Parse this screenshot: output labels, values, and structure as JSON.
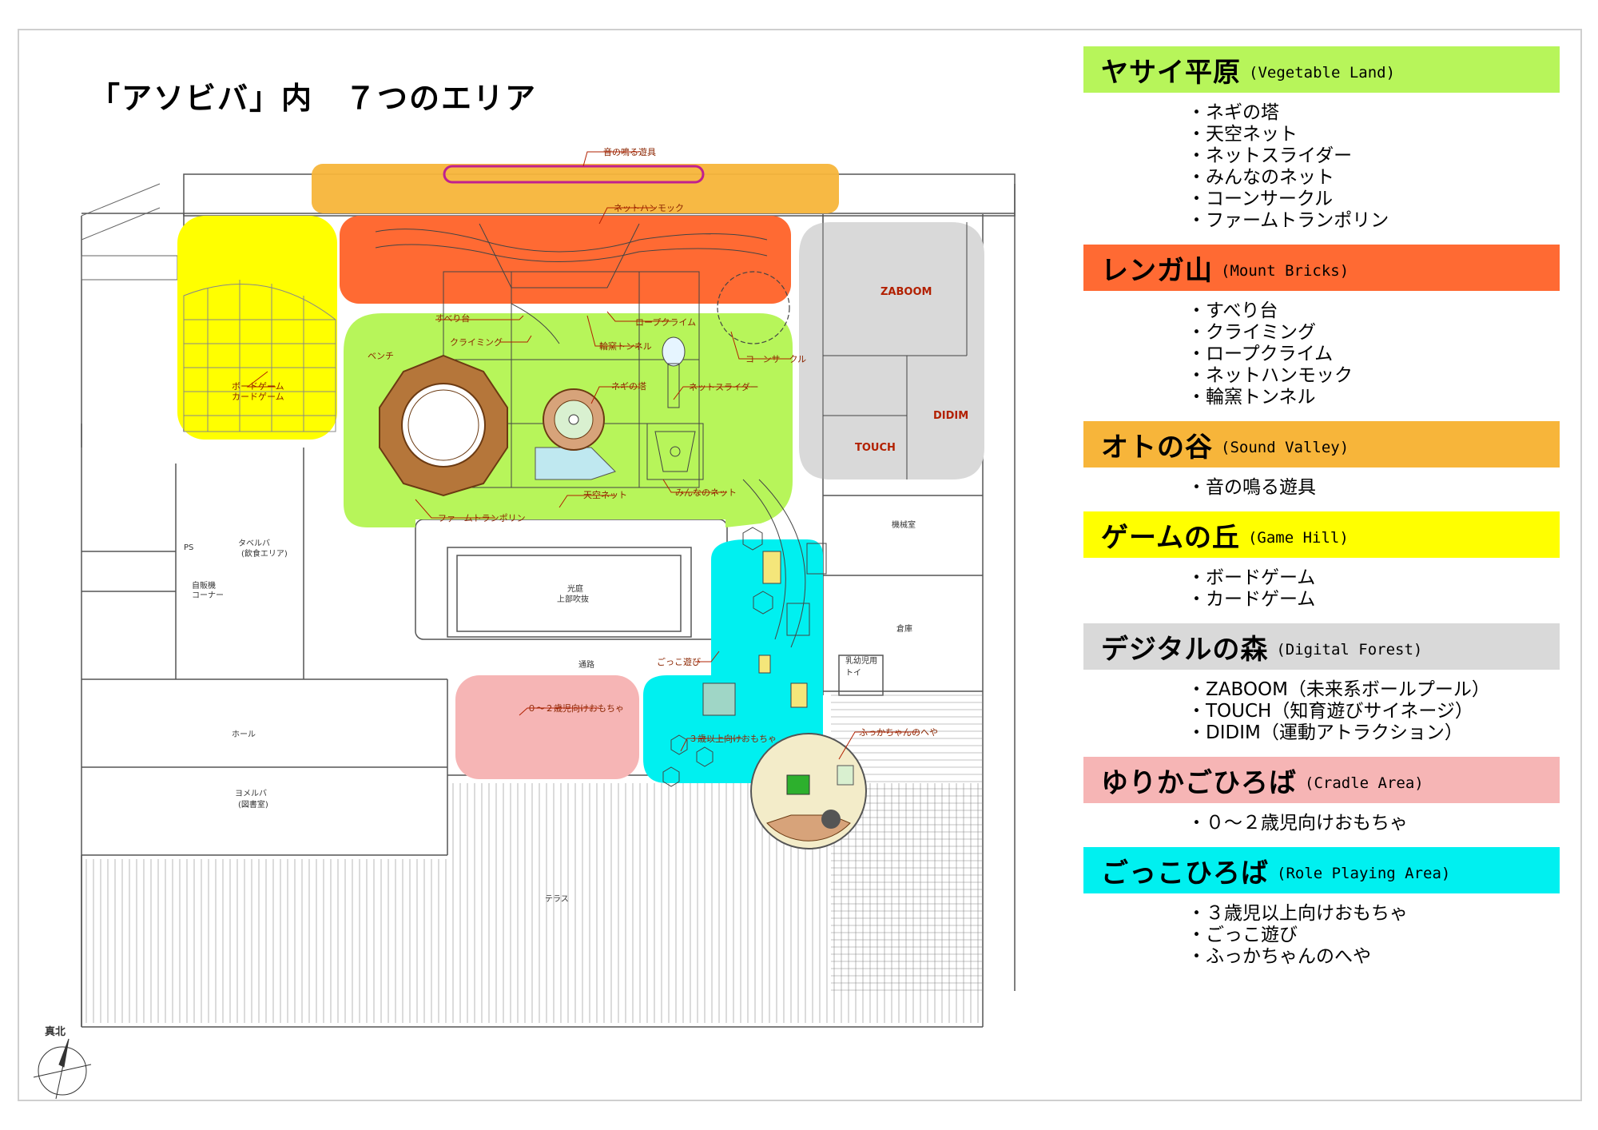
{
  "title": "「アソビバ」内　７つのエリア",
  "colors": {
    "vegetable": "#b7f55a",
    "bricks": "#ff6a33",
    "sound": "#f7b53a",
    "game": "#ffff00",
    "digital": "#d9d9d9",
    "cradle": "#f6b5b5",
    "role": "#00f0f0"
  },
  "legend": [
    {
      "name": "ヤサイ平原",
      "en": "(Vegetable Land)",
      "color": "#b7f55a",
      "items": [
        "ネギの塔",
        "天空ネット",
        "ネットスライダー",
        "みんなのネット",
        "コーンサークル",
        "ファームトランポリン"
      ]
    },
    {
      "name": "レンガ山",
      "en": "(Mount Bricks)",
      "color": "#ff6a33",
      "items": [
        "すべり台",
        "クライミング",
        "ロープクライム",
        "ネットハンモック",
        "輪窯トンネル"
      ]
    },
    {
      "name": "オトの谷",
      "en": "(Sound Valley)",
      "color": "#f7b53a",
      "items": [
        "音の鳴る遊具"
      ]
    },
    {
      "name": "ゲームの丘",
      "en": "(Game Hill)",
      "color": "#ffff00",
      "items": [
        "ボードゲーム",
        "カードゲーム"
      ]
    },
    {
      "name": "デジタルの森",
      "en": "(Digital Forest)",
      "color": "#d9d9d9",
      "items": [
        "ZABOOM（未来系ボールプール）",
        "TOUCH（知育遊びサイネージ）",
        "DIDIM（運動アトラクション）"
      ]
    },
    {
      "name": "ゆりかごひろば",
      "en": "(Cradle Area)",
      "color": "#f6b5b5",
      "items": [
        "０～２歳児向けおもちゃ"
      ]
    },
    {
      "name": "ごっこひろば",
      "en": "(Role Playing Area)",
      "color": "#00f0f0",
      "items": [
        "３歳児以上向けおもちゃ",
        "ごっこ遊び",
        "ふっかちゃんのへや"
      ]
    }
  ],
  "map": {
    "sound_toy": "音の鳴る遊具",
    "net_hammock": "ネットハンモック",
    "slide": "すべり台",
    "climbing": "クライミング",
    "rope_climb": "ロープクライム",
    "kiln_tunnel": "輪窯トンネル",
    "corn_circle": "コーンサークル",
    "bench": "ベンチ",
    "negi_tower": "ネギの塔",
    "net_slider": "ネットスライダー",
    "sky_net": "天空ネット",
    "everyone_net": "みんなのネット",
    "farm_trampoline": "ファームトランポリン",
    "board_game": "ボードゲーム",
    "card_game": "カードゲーム",
    "zaboom": "ZABOOM",
    "didim": "DIDIM",
    "touch": "TOUCH",
    "machine_room": "機械室",
    "storage": "倉庫",
    "nursing": "乳幼児用",
    "toilet": "トイ",
    "role_play": "ごっこ遊び",
    "corridor": "通路",
    "atrium_1": "光庭",
    "atrium_2": "上部吹抜",
    "baby_toys": "０～２歳児向けおもちゃ",
    "kids_toys": "３歳以上向けおもちゃ",
    "fukka_room": "ふっかちゃんのへや",
    "hall": "ホール",
    "terrace": "テラス",
    "vending_1": "自販機",
    "vending_2": "コーナー",
    "taberu_1": "タベルバ",
    "taberu_2": "(飲食エリア)",
    "yomeru_1": "ヨメルバ",
    "yomeru_2": "(図書室)",
    "north": "真北",
    "ps": "PS"
  }
}
